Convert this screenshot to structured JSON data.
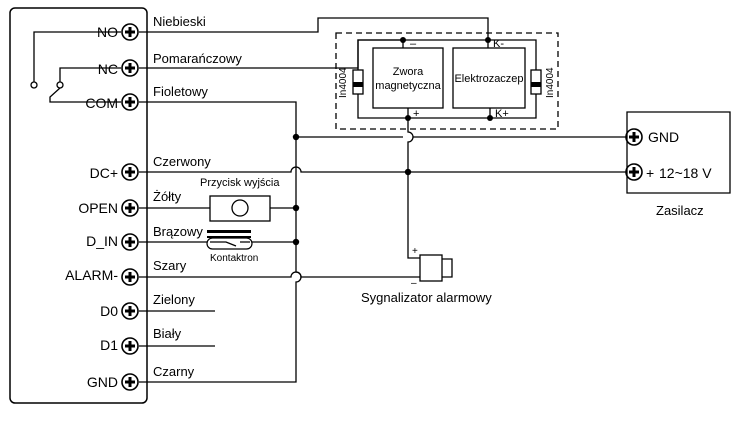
{
  "controller": {
    "terminals": [
      {
        "id": "no",
        "label": "NO",
        "wire": "Niebieski"
      },
      {
        "id": "nc",
        "label": "NC",
        "wire": "Pomarańczowy"
      },
      {
        "id": "com",
        "label": "COM",
        "wire": "Fioletowy"
      },
      {
        "id": "dc",
        "label": "DC+",
        "wire": "Czerwony"
      },
      {
        "id": "open",
        "label": "OPEN",
        "wire": "Żółty"
      },
      {
        "id": "din",
        "label": "D_IN",
        "wire": "Brązowy"
      },
      {
        "id": "alarm",
        "label": "ALARM-",
        "wire": "Szary"
      },
      {
        "id": "d0",
        "label": "D0",
        "wire": "Zielony"
      },
      {
        "id": "d1",
        "label": "D1",
        "wire": "Biały"
      },
      {
        "id": "gnd",
        "label": "GND",
        "wire": "Czarny"
      }
    ]
  },
  "components": {
    "exit_button": "Przycisk wyjścia",
    "reed_switch": "Kontaktron",
    "magnetic_lock_line1": "Zwora",
    "magnetic_lock_line2": "magnetyczna",
    "electric_strike": "Elektrozaczep",
    "diode_left": "In4004",
    "diode_right": "In4004",
    "lock_minus": "–",
    "lock_plus": "+",
    "strike_minus": "K-",
    "strike_plus": "K+",
    "alarm_device": "Sygnalizator alarmowy",
    "alarm_plus": "+",
    "alarm_minus": "–"
  },
  "power_supply": {
    "gnd_label": "GND",
    "plus_sign": "+",
    "voltage_label": "12~18 V",
    "name": "Zasilacz"
  }
}
